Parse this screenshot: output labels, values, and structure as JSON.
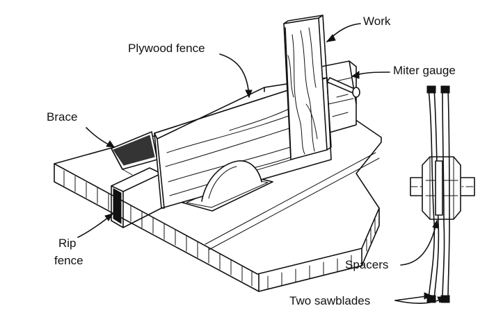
{
  "labels": {
    "work": "Work",
    "plywood_fence": "Plywood fence",
    "miter_gauge": "Miter gauge",
    "brace": "Brace",
    "rip": "Rip",
    "fence": "fence",
    "spacers": "Spacers",
    "two_sawblades": "Two sawblades"
  },
  "colors": {
    "ink": "#111111",
    "paper": "#ffffff"
  }
}
